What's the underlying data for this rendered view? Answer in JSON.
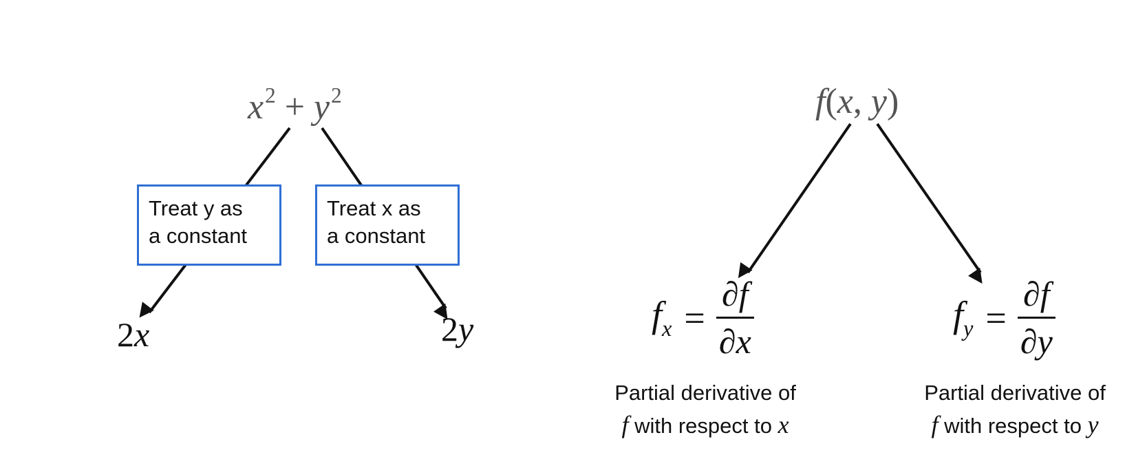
{
  "left_tree": {
    "expression": {
      "base1": "x",
      "exp1": "2",
      "op": "+",
      "base2": "y",
      "exp2": "2"
    },
    "left_box": {
      "line1": "Treat y as",
      "line2": "a constant"
    },
    "right_box": {
      "line1": "Treat x as",
      "line2": "a constant"
    },
    "left_result": {
      "coef": "2",
      "var": "x"
    },
    "right_result": {
      "coef": "2",
      "var": "y"
    }
  },
  "right_tree": {
    "function": {
      "name": "f",
      "open": "(",
      "arg1": "x",
      "comma": ",",
      "arg2": "y",
      "close": ")"
    },
    "fx": {
      "lhs": "f",
      "sub": "x",
      "eq": "=",
      "num": "∂f",
      "den": "∂x"
    },
    "fy": {
      "lhs": "f",
      "sub": "y",
      "eq": "=",
      "num": "∂f",
      "den": "∂y"
    },
    "caption_x": {
      "line1": "Partial derivative of",
      "f": "f",
      "mid": " with respect to ",
      "var": "x"
    },
    "caption_y": {
      "line1": "Partial derivative of",
      "f": "f",
      "mid": " with respect to ",
      "var": "y"
    }
  },
  "colors": {
    "box_border": "#2f6fd4",
    "arrow": "#111111",
    "expression": "#555555"
  }
}
